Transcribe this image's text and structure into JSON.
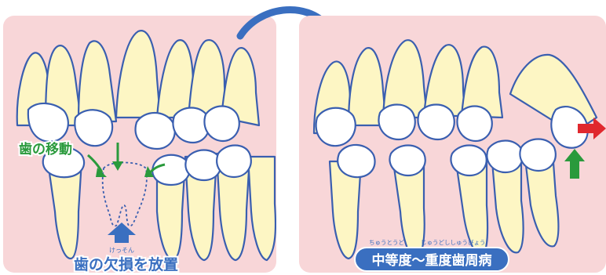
{
  "left_panel": {
    "label_movement": "歯の移動",
    "label_missing": "歯の欠損を放置",
    "ruby_missing": "けっそん"
  },
  "right_panel": {
    "label_disease": "中等度〜重度歯周病",
    "ruby_disease_a": "ちゅうとうど",
    "ruby_disease_b": "じゅうどししゅうびょう"
  },
  "colors": {
    "panel_bg": "#f8d6d8",
    "tooth_fill": "#fdf6c4",
    "crown_fill": "#ffffff",
    "outline": "#3a5fb0",
    "arrow_blue": "#3a6fc0",
    "arrow_green": "#2a9a3c",
    "arrow_red": "#e0282e",
    "label_blue": "#3a6fc0",
    "label_green": "#2a9a3c"
  }
}
